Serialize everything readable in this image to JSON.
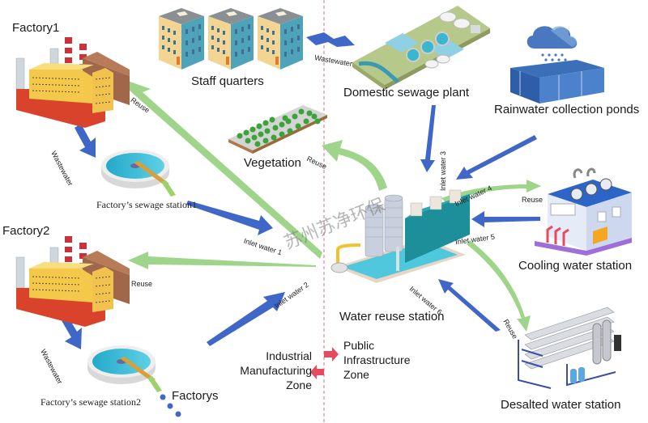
{
  "diagram": {
    "title": "Water reuse system — industrial manufacturing zone and public infrastructure zone",
    "watermark": "苏州苏净环保",
    "nodes": {
      "factory1": "Factory1",
      "factory2": "Factory2",
      "staff_quarters": "Staff quarters",
      "domestic_sewage_plant": "Domestic sewage plant",
      "rainwater_ponds": "Rainwater collection ponds",
      "vegetation": "Vegetation",
      "cooling_station": "Cooling water station",
      "water_reuse_station": "Water reuse station",
      "desalted_station": "Desalted water station",
      "sewage_station1": "Factory’s sewage station1",
      "sewage_station2": "Factory’s sewage station2",
      "factorys": "Factorys"
    },
    "zones": {
      "industrial": [
        "Industrial",
        "Manufacturing",
        "Zone"
      ],
      "public": [
        "Public",
        "Infrastructure",
        "Zone"
      ]
    },
    "flow_labels": {
      "wastewater_staff": "Wastewater",
      "wastewater_f1": "Wastewater",
      "wastewater_f2": "Wastewater",
      "reuse_f1": "Reuse",
      "reuse_f2": "Reuse",
      "reuse_veg": "Reuse",
      "reuse_cooling": "Reuse",
      "reuse_desalted": "Reuse",
      "inlet1": "Inlet water 1",
      "inlet2": "Inlet water 2",
      "inlet3": "Inlet water 3",
      "inlet4": "Inlet water 4",
      "inlet5": "Inlet water 5",
      "inlet6": "Inlet water 6"
    },
    "colors": {
      "wastewater_arrow": "#3f67c8",
      "reuse_arrow": "#9ed58a",
      "zone_arrow": "#e64a5e",
      "divider": "#d98a9a"
    }
  }
}
